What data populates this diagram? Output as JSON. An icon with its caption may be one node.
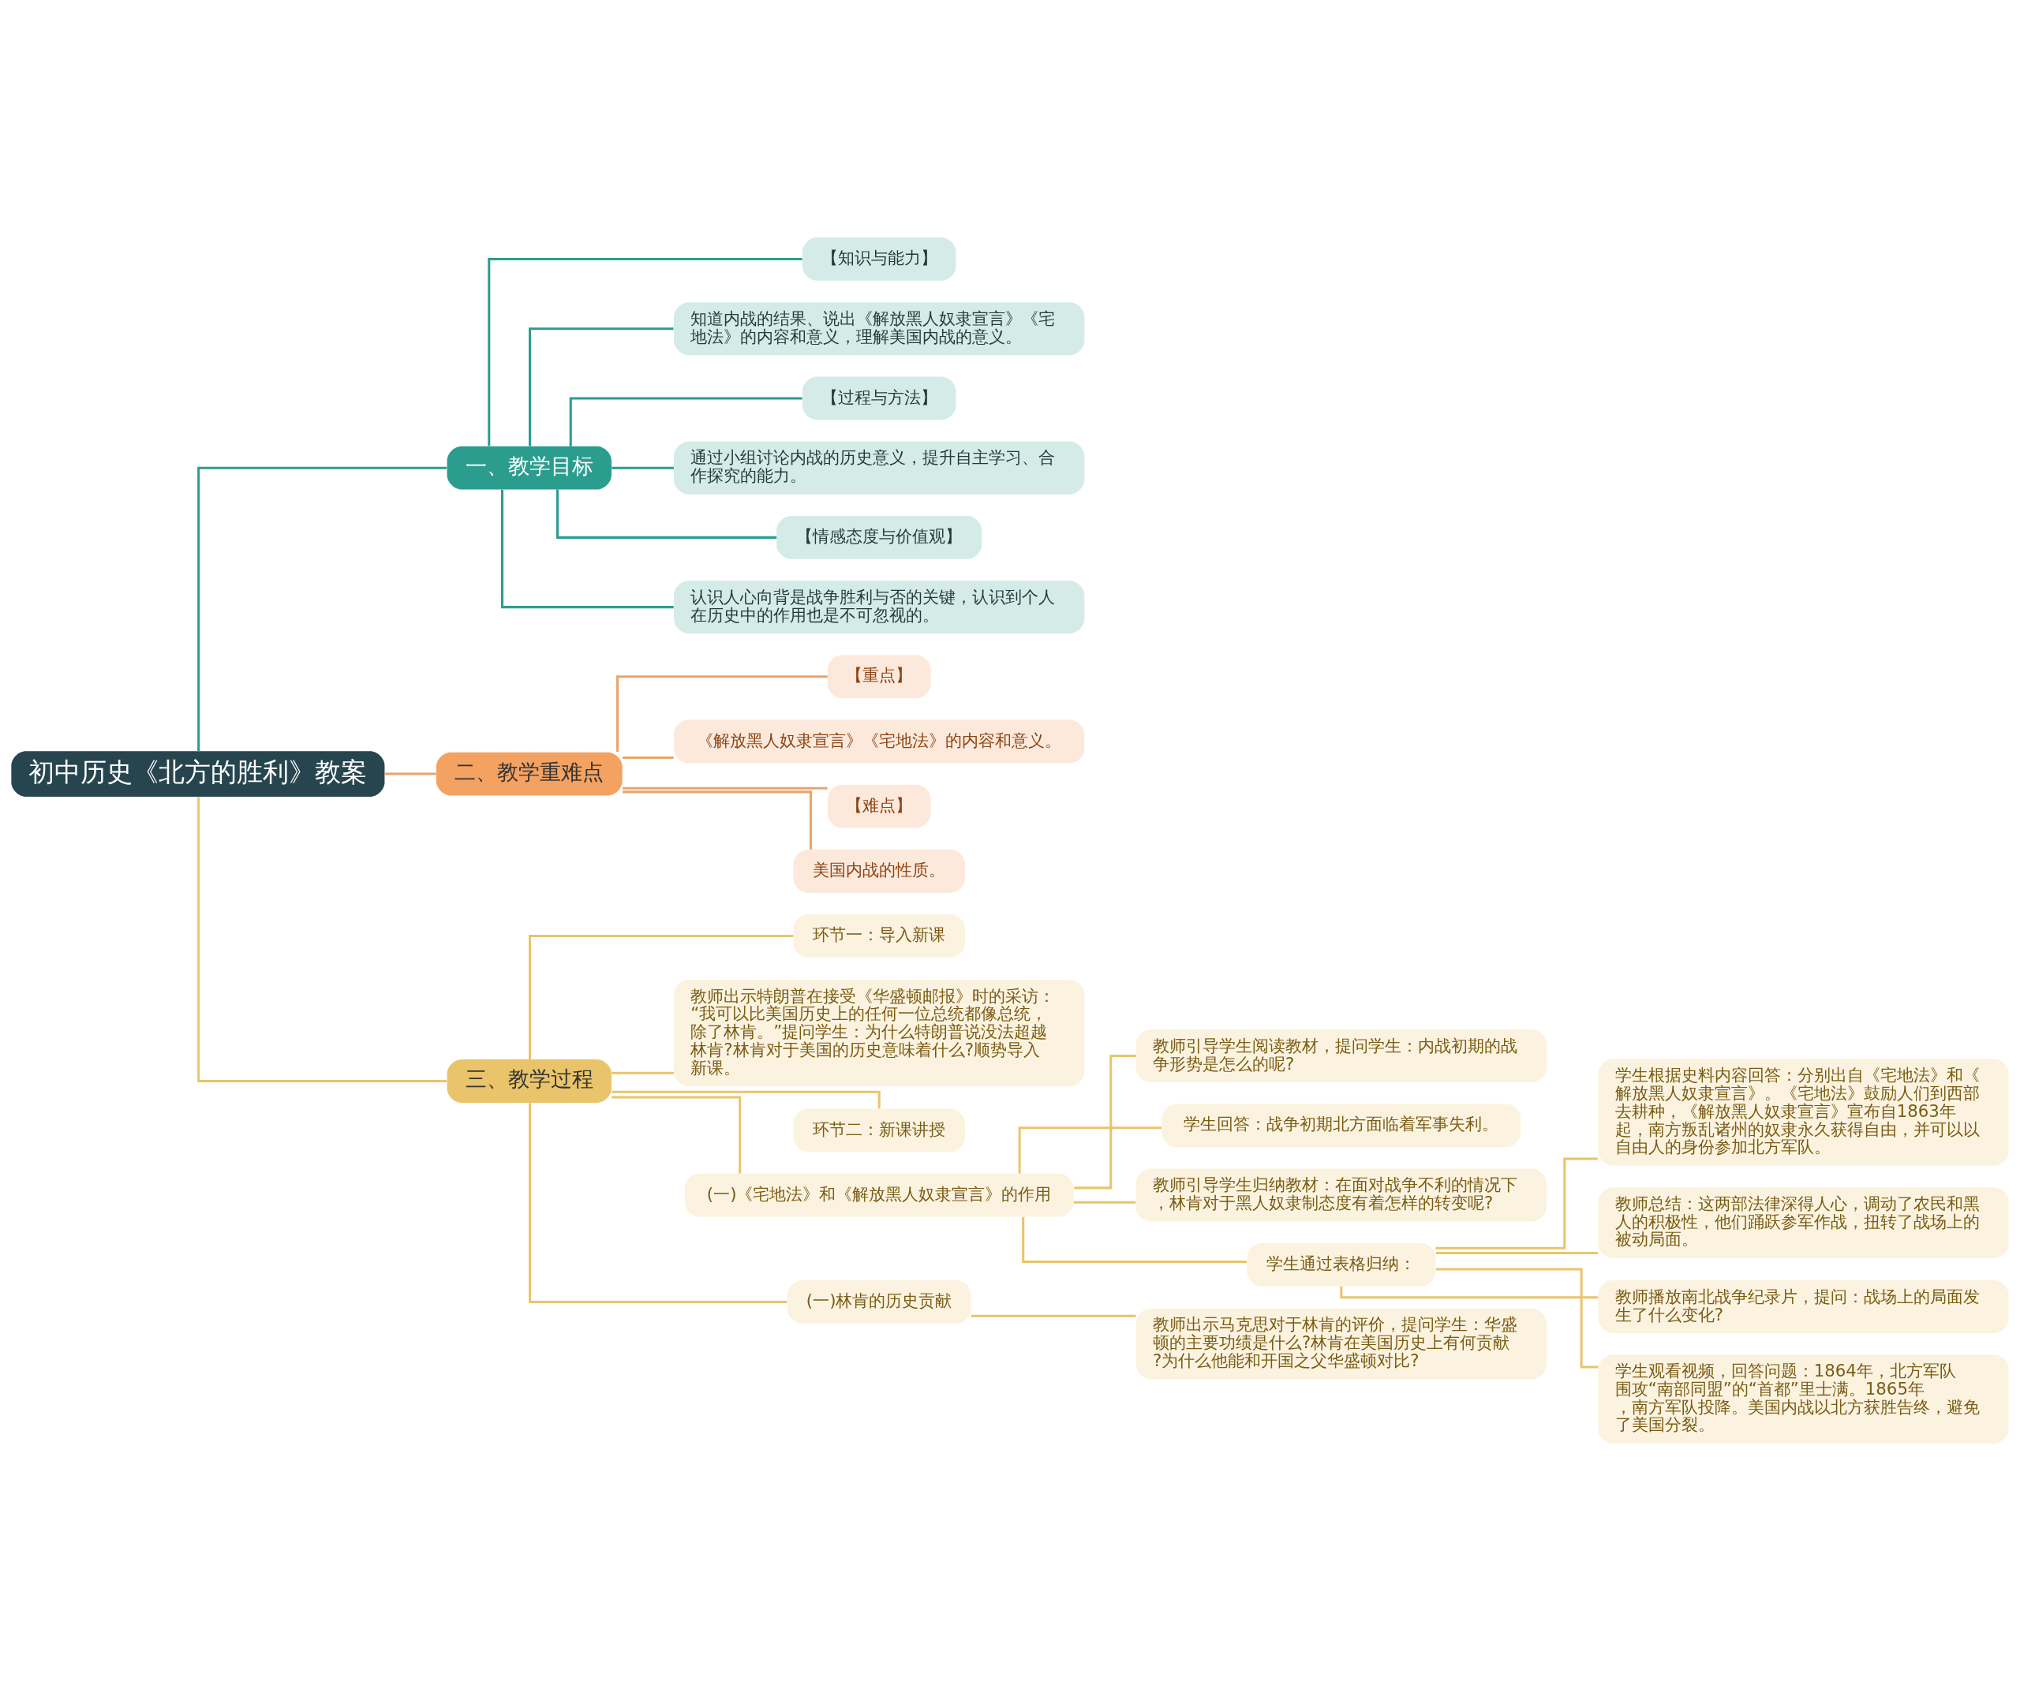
{
  "diagram": {
    "nodes": [
      {
        "text": [
          "初中历史《北方的胜利》教案"
        ]
      },
      {
        "text": [
          "一、教学目标"
        ]
      },
      {
        "text": [
          "【知识与能力】"
        ]
      },
      {
        "text": [
          "知道内战的结果、说出《解放黑人奴隶宣言》《宅地法》的内容和意义，理解美国内战的意义。"
        ]
      },
      {
        "text": [
          "【过程与方法】"
        ]
      },
      {
        "text": [
          "通过小组讨论内战的历史意义，提升自主学习、合作探究的能力。"
        ]
      },
      {
        "text": [
          "【情感态度与价值观】"
        ]
      },
      {
        "text": [
          "认识人心向背是战争胜利与否的关键，认识到个人在历史中的作用也是不可忽视的。"
        ]
      },
      {
        "text": [
          "二、教学重难点"
        ]
      },
      {
        "text": [
          "【重点】"
        ]
      },
      {
        "text": [
          "《解放黑人奴隶宣言》《宅地法》的内容和意义。"
        ]
      },
      {
        "text": [
          "【难点】"
        ]
      },
      {
        "text": [
          "美国内战的性质。"
        ]
      },
      {
        "text": [
          "三、教学过程"
        ]
      },
      {
        "text": [
          "环节一：导入新课"
        ]
      },
      {
        "text": [
          "教师出示特朗普在接受《华盛顿邮报》时的采访：“我可以比美国历史上的任何一位总统都像总统，除了林肯。”提问学生：为什么特朗普说没法超越林肯?林肯对于美国的历史意味着什么?顺势导入新课。"
        ]
      },
      {
        "text": [
          "环节二：新课讲授"
        ]
      },
      {
        "text": [
          "(一)《宅地法》和《解放黑人奴隶宣言》的作用"
        ]
      },
      {
        "text": [
          "教师引导学生阅读教材，提问学生：内战初期的战争形势是怎么的呢?"
        ]
      },
      {
        "text": [
          "学生回答：战争初期北方面临着军事失利。"
        ]
      },
      {
        "text": [
          "教师引导学生归纳教材：在面对战争不利的情况下，林肯对于黑人奴隶制态度有着怎样的转变呢?"
        ]
      },
      {
        "text": [
          "学生通过表格归纳："
        ]
      },
      {
        "text": [
          "学生根据史料内容回答：分别出自《宅地法》和《解放黑人奴隶宣言》。《宅地法》鼓励人们到西部去耕种，《解放黑人奴隶宣言》宣布自1863年起，南方叛乱诸州的奴隶永久获得自由，并可以以自由人的身份参加北方军队。"
        ]
      },
      {
        "text": [
          "教师总结：这两部法律深得人心，调动了农民和黑人的积极性，他们踊跃参军作战，扭转了战场上的被动局面。"
        ]
      },
      {
        "text": [
          "教师播放南北战争纪录片，提问：战场上的局面发生了什么变化?"
        ]
      },
      {
        "text": [
          "学生观看视频，回答问题：1864年，北方军队围攻“南部同盟”的“首都”里士满。1865年，南方军队投降。美国内战以北方获胜告终，避免了美国分裂。"
        ]
      },
      {
        "text": [
          "(一)林肯的历史贡献"
        ]
      },
      {
        "text": [
          "教师出示马克思对于林肯的评价，提问学生：华盛顿的主要功绩是什么?林肯在美国历史上有何贡献?为什么他能和开国之父华盛顿对比?"
        ]
      }
    ],
    "edges": [
      {
        "from": 0,
        "to": 1,
        "arrow": "none",
        "color": "#2a9d8f"
      },
      {
        "from": 1,
        "to": 2,
        "arrow": "none",
        "color": "#2a9d8f"
      },
      {
        "from": 1,
        "to": 3,
        "arrow": "none",
        "color": "#2a9d8f"
      },
      {
        "from": 1,
        "to": 4,
        "arrow": "none",
        "color": "#2a9d8f"
      },
      {
        "from": 1,
        "to": 5,
        "arrow": "none",
        "color": "#2a9d8f"
      },
      {
        "from": 1,
        "to": 6,
        "arrow": "none",
        "color": "#2a9d8f"
      },
      {
        "from": 1,
        "to": 7,
        "arrow": "none",
        "color": "#2a9d8f"
      },
      {
        "from": 0,
        "to": 8,
        "arrow": "none",
        "color": "#e9a46a"
      },
      {
        "from": 8,
        "to": 9,
        "arrow": "none",
        "color": "#e9a46a"
      },
      {
        "from": 8,
        "to": 10,
        "arrow": "none",
        "color": "#e9a46a"
      },
      {
        "from": 8,
        "to": 11,
        "arrow": "none",
        "color": "#e9a46a"
      },
      {
        "from": 8,
        "to": 12,
        "arrow": "none",
        "color": "#e9a46a"
      },
      {
        "from": 0,
        "to": 13,
        "arrow": "none"
      },
      {
        "from": 13,
        "to": 14,
        "arrow": "none"
      },
      {
        "from": 13,
        "to": 15,
        "arrow": "none"
      },
      {
        "from": 13,
        "to": 16,
        "arrow": "none"
      },
      {
        "from": 13,
        "to": 17,
        "arrow": "none"
      },
      {
        "from": 17,
        "to": 18,
        "arrow": "none"
      },
      {
        "from": 17,
        "to": 19,
        "arrow": "none"
      },
      {
        "from": 17,
        "to": 20,
        "arrow": "none"
      },
      {
        "from": 17,
        "to": 21,
        "arrow": "none"
      },
      {
        "from": 21,
        "to": 22,
        "arrow": "none"
      },
      {
        "from": 21,
        "to": 23,
        "arrow": "none"
      },
      {
        "from": 21,
        "to": 24,
        "arrow": "none"
      },
      {
        "from": 21,
        "to": 25,
        "arrow": "none"
      },
      {
        "from": 13,
        "to": 26,
        "arrow": "none"
      },
      {
        "from": 26,
        "to": 27,
        "arrow": "none"
      }
    ]
  }
}
